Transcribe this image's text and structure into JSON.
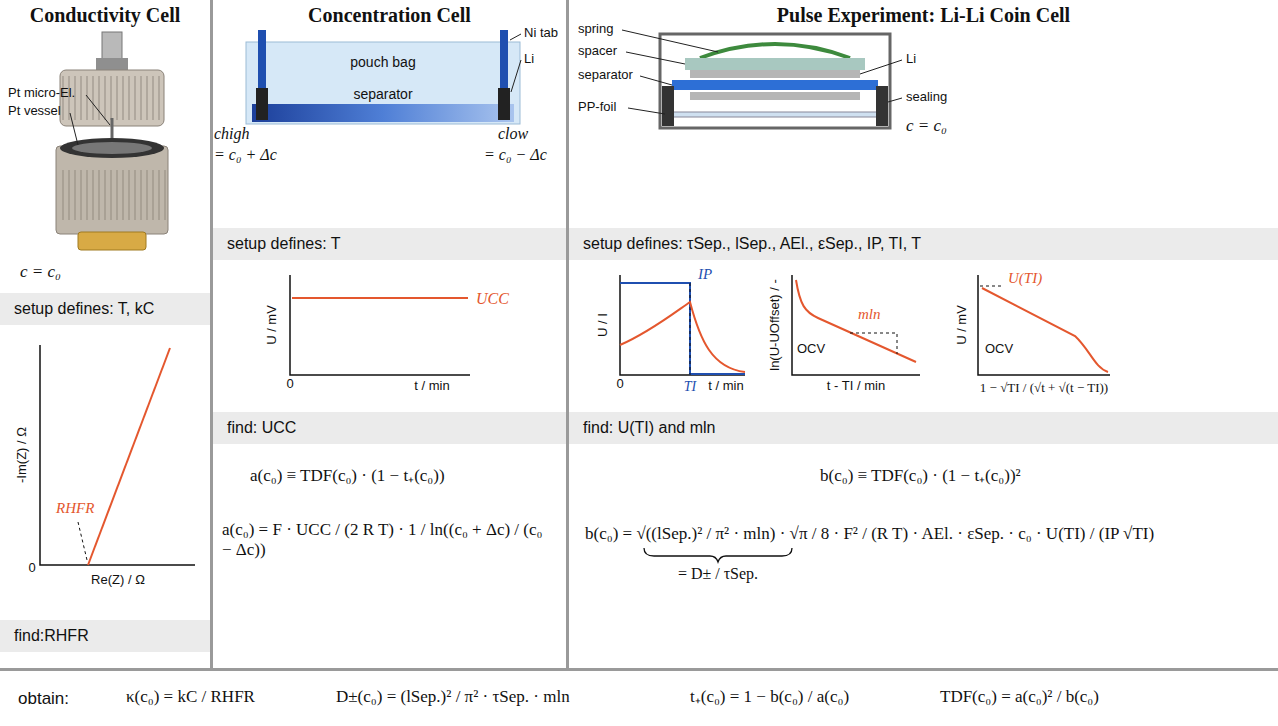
{
  "diagram": {
    "nodes": [
      {
        "text": [
          "Conductivity Cell"
        ]
      },
      {
        "text": [
          "setup defines: T, kC"
        ],
        "in": 0
      },
      {
        "text": [
          "find:RHFR"
        ],
        "in": 0
      },
      {
        "text": [
          "Concentration Cell"
        ]
      },
      {
        "text": [
          "setup defines: T"
        ],
        "in": 3
      },
      {
        "text": [
          "find: UCC"
        ],
        "in": 3
      },
      {
        "text": [
          "Pulse Experiment: Li-Li Coin Cell"
        ]
      },
      {
        "text": [
          "setup defines: τSep., lSep., AEl., εSep., IP, TI, T"
        ],
        "in": 6
      },
      {
        "text": [
          "find: U(TI) and mln"
        ],
        "in": 6
      },
      {
        "text": [
          "obtain:"
        ]
      }
    ],
    "labels": [
      "Pt micro-El.",
      "Pt vessel",
      "c = c₀",
      "chigh",
      "= c₀ + Δc",
      "clow",
      "= c₀ − Δc",
      "Ni tab",
      "Li",
      "pouch bag",
      "separator",
      "U / mV",
      "0",
      "t / min",
      "UCC",
      "spring",
      "spacer",
      "separator",
      "PP-foil",
      "Li",
      "sealing",
      "c = c₀",
      "U / I",
      "IP",
      "0",
      "TI",
      "t / min",
      "ln(U-UOffset) / -",
      "mln",
      "OCV",
      "t - TI / min",
      "U / mV",
      "U(TI)",
      "OCV",
      "1 − √TI / (√t + √(t − TI))",
      "-Im(Z) / Ω",
      "RHFR",
      "0",
      "Re(Z) / Ω",
      "a(c₀) ≡ TDF(c₀) · (1 − t₊(c₀))",
      "a(c₀) = F · UCC / (2 R T) · 1 / ln((c₀ + Δc) / (c₀ − Δc))",
      "b(c₀) ≡ TDF(c₀) · (1 − t₊(c₀))²",
      "b(c₀) = √((lSep.)² / π² · mln) · √π / 8 · F² / (R T) · AEl. · εSep. · c₀ · U(TI) / (IP √TI)",
      "= D± / τSep.",
      "κ(c₀) = kC / RHFR",
      "D±(c₀) = (lSep.)² / π² · τSep. · mln",
      "t₊(c₀) = 1 − b(c₀) / a(c₀)",
      "TDF(c₀) = a(c₀)² / b(c₀)"
    ]
  }
}
